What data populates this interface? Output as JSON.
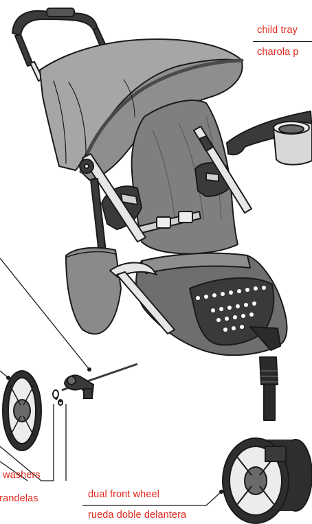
{
  "labels": {
    "child_tray_en": "child tray",
    "child_tray_es": "charola p",
    "washers_en": "washers",
    "washers_es": "arandelas",
    "dual_front_wheel_en": "dual front wheel",
    "dual_front_wheel_es": "rueda doble delantera"
  },
  "colors": {
    "label": "#e0261b",
    "outline": "#1a1a1a",
    "fabric_light": "#a8a8a8",
    "fabric_mid": "#8c8c8c",
    "fabric_dark": "#5f5f5f",
    "frame": "#e6e6e6",
    "black": "#2b2b2b"
  },
  "icons": [
    "stroller-illustration",
    "child-tray-illustration",
    "washer-part",
    "axle-part",
    "rear-wheel",
    "dual-front-wheel"
  ]
}
